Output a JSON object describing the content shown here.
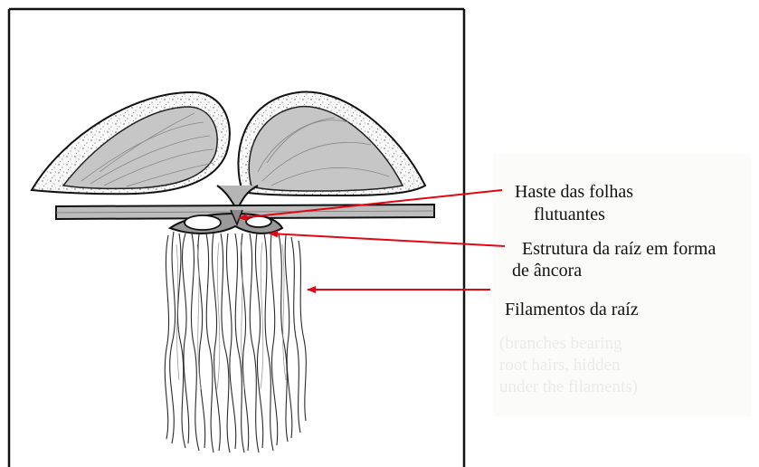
{
  "labels": {
    "stem_line1": "Haste das folhas",
    "stem_line2": "flutuantes",
    "anchor_line1": "Estrutura da raíz em forma",
    "anchor_line2": "de âncora",
    "filaments": "Filamentos da raíz"
  },
  "ghost_text": {
    "line1": "(branches bearing",
    "line2": "root hairs, hidden",
    "line3": "under the filaments)"
  },
  "colors": {
    "arrow": "#e30613",
    "ink": "#111111",
    "leaf_fill": "#c9c9c9",
    "ghost_text": "#ecebe8"
  }
}
